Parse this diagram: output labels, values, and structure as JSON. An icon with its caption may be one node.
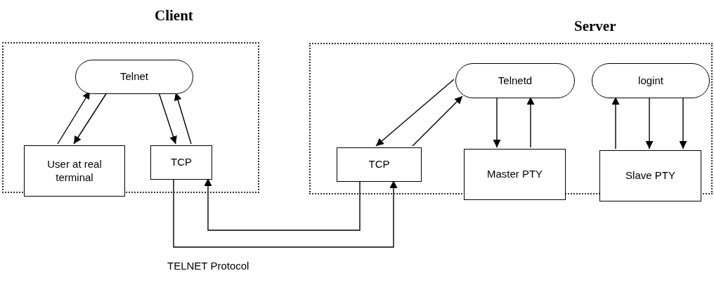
{
  "diagram": {
    "nodes": [
      {
        "text": [
          "Client"
        ]
      },
      {
        "text": [
          "Telnet"
        ],
        "in": 0
      },
      {
        "text": [
          "User at real terminal"
        ],
        "in": 0
      },
      {
        "text": [
          "TCP"
        ],
        "in": 0
      },
      {
        "text": [
          "Server"
        ]
      },
      {
        "text": [
          "TCP"
        ],
        "in": 4
      },
      {
        "text": [
          "Telnetd"
        ],
        "in": 4
      },
      {
        "text": [
          "logint"
        ],
        "in": 4
      },
      {
        "text": [
          "Master PTY"
        ],
        "in": 4
      },
      {
        "text": [
          "Slave PTY"
        ],
        "in": 4
      }
    ],
    "edges": [
      {
        "from": 2,
        "to": 1,
        "arrow": "to"
      },
      {
        "from": 1,
        "to": 2,
        "arrow": "to"
      },
      {
        "from": 1,
        "to": 3,
        "arrow": "to"
      },
      {
        "from": 3,
        "to": 1,
        "arrow": "to"
      },
      {
        "from": 6,
        "to": 5,
        "arrow": "to"
      },
      {
        "from": 5,
        "to": 6,
        "arrow": "to"
      },
      {
        "from": 6,
        "to": 8,
        "arrow": "to"
      },
      {
        "from": 8,
        "to": 6,
        "arrow": "to"
      },
      {
        "from": 9,
        "to": 7,
        "arrow": "to"
      },
      {
        "from": 7,
        "to": 9,
        "arrow": "to"
      },
      {
        "from": 7,
        "to": 9,
        "arrow": "to"
      },
      {
        "from": 5,
        "to": 3,
        "arrow": "to"
      },
      {
        "from": 3,
        "to": 5,
        "arrow": "to"
      }
    ],
    "labels": [
      "TELNET Protocol"
    ]
  }
}
